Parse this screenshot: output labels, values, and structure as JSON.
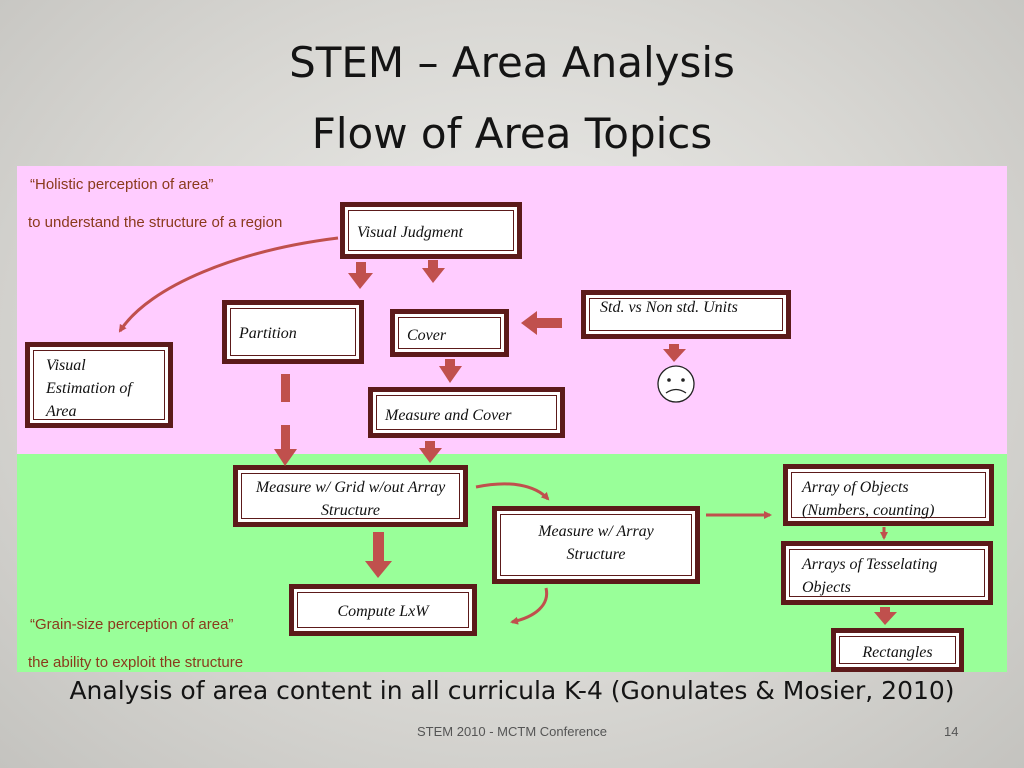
{
  "title": {
    "line1": "STEM – Area Analysis",
    "line2": "Flow of Area Topics"
  },
  "notes": {
    "holistic": "“Holistic perception of area”",
    "holistic_sub": "to understand the structure of a region",
    "grain": "“Grain-size perception of area”",
    "grain_sub": "the ability to exploit the structure"
  },
  "nodes": {
    "visual_judgment": "Visual Judgment",
    "partition": "Partition",
    "cover": "Cover",
    "std_units": "Std. vs Non std. Units",
    "visual_estimation": "Visual Estimation of Area",
    "measure_cover": "Measure and Cover",
    "grid": "Measure w/ Grid w/out Array Structure",
    "compute": "Compute LxW",
    "array_structure": "Measure w/ Array Structure",
    "array_objects": "Array of Objects (Numbers, counting)",
    "tesselating": "Arrays of Tesselating Objects",
    "rectangles": "Rectangles"
  },
  "icons": {
    "sad_face": "frowning-face-icon"
  },
  "colors": {
    "pink_band": "#ffccff",
    "green_band": "#99ff99",
    "box_border": "#5c1a1a",
    "arrow": "#c0504d",
    "note_text": "#8a3a1c"
  },
  "caption": "Analysis of area content in all curricula K-4 (Gonulates & Mosier, 2010)",
  "footer": {
    "conference": "STEM 2010 - MCTM Conference",
    "page": "14"
  }
}
